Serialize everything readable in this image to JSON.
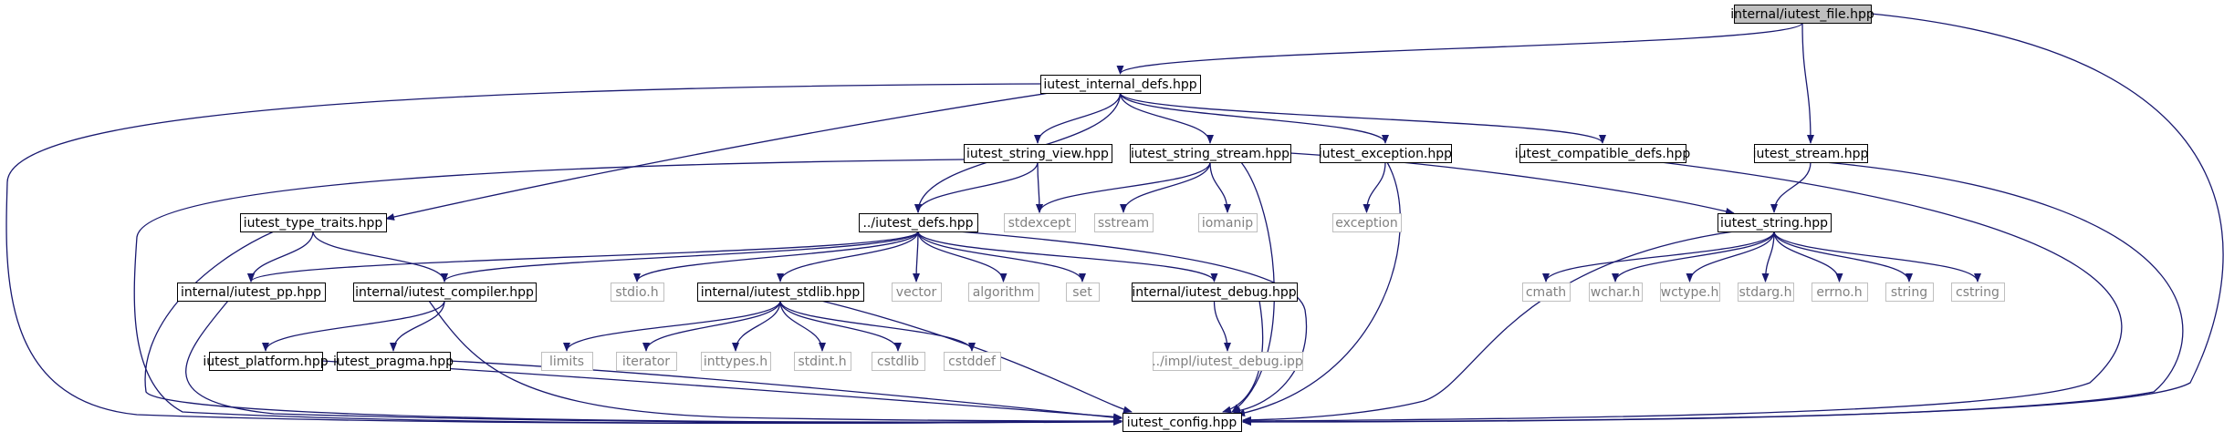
{
  "diagram": {
    "title": "",
    "colors": {
      "edge": "#191970",
      "box_border": "#000000",
      "faint_border": "#bfbfbf",
      "faint_text": "#808080",
      "text": "#000000",
      "root_fill": "#bfbfbf",
      "fill": "#ffffff"
    },
    "nodes": [
      {
        "id": "file",
        "label": "internal/iutest_file.hpp",
        "style": "root"
      },
      {
        "id": "internal_defs",
        "label": "iutest_internal_defs.hpp",
        "style": "box"
      },
      {
        "id": "stream",
        "label": "iutest_stream.hpp",
        "style": "box"
      },
      {
        "id": "string_view",
        "label": "iutest_string_view.hpp",
        "style": "box"
      },
      {
        "id": "string_stream",
        "label": "iutest_string_stream.hpp",
        "style": "box"
      },
      {
        "id": "exception",
        "label": "iutest_exception.hpp",
        "style": "box"
      },
      {
        "id": "compatible_defs",
        "label": "iutest_compatible_defs.hpp",
        "style": "box"
      },
      {
        "id": "type_traits",
        "label": "iutest_type_traits.hpp",
        "style": "box"
      },
      {
        "id": "defs",
        "label": "../iutest_defs.hpp",
        "style": "box"
      },
      {
        "id": "stdexcept",
        "label": "stdexcept",
        "style": "faint"
      },
      {
        "id": "sstream",
        "label": "sstream",
        "style": "faint"
      },
      {
        "id": "iomanip",
        "label": "iomanip",
        "style": "faint"
      },
      {
        "id": "exception_h",
        "label": "exception",
        "style": "faint"
      },
      {
        "id": "string_hpp",
        "label": "iutest_string.hpp",
        "style": "box"
      },
      {
        "id": "pp",
        "label": "internal/iutest_pp.hpp",
        "style": "box"
      },
      {
        "id": "compiler",
        "label": "internal/iutest_compiler.hpp",
        "style": "box"
      },
      {
        "id": "stdio",
        "label": "stdio.h",
        "style": "faint"
      },
      {
        "id": "stdlib_hpp",
        "label": "internal/iutest_stdlib.hpp",
        "style": "box"
      },
      {
        "id": "vector",
        "label": "vector",
        "style": "faint"
      },
      {
        "id": "algorithm",
        "label": "algorithm",
        "style": "faint"
      },
      {
        "id": "set",
        "label": "set",
        "style": "faint"
      },
      {
        "id": "debug",
        "label": "internal/iutest_debug.hpp",
        "style": "box"
      },
      {
        "id": "cmath",
        "label": "cmath",
        "style": "faint"
      },
      {
        "id": "wchar",
        "label": "wchar.h",
        "style": "faint"
      },
      {
        "id": "wctype",
        "label": "wctype.h",
        "style": "faint"
      },
      {
        "id": "stdarg",
        "label": "stdarg.h",
        "style": "faint"
      },
      {
        "id": "errno",
        "label": "errno.h",
        "style": "faint"
      },
      {
        "id": "string",
        "label": "string",
        "style": "faint"
      },
      {
        "id": "cstring",
        "label": "cstring",
        "style": "faint"
      },
      {
        "id": "platform",
        "label": "iutest_platform.hpp",
        "style": "box"
      },
      {
        "id": "pragma",
        "label": "iutest_pragma.hpp",
        "style": "box"
      },
      {
        "id": "limits",
        "label": "limits",
        "style": "faint"
      },
      {
        "id": "iterator",
        "label": "iterator",
        "style": "faint"
      },
      {
        "id": "inttypes",
        "label": "inttypes.h",
        "style": "faint"
      },
      {
        "id": "stdint",
        "label": "stdint.h",
        "style": "faint"
      },
      {
        "id": "cstdlib",
        "label": "cstdlib",
        "style": "faint"
      },
      {
        "id": "cstddef",
        "label": "cstddef",
        "style": "faint"
      },
      {
        "id": "debug_ipp",
        "label": "../impl/iutest_debug.ipp",
        "style": "faint"
      },
      {
        "id": "config",
        "label": "iutest_config.hpp",
        "style": "box"
      }
    ],
    "edges": [
      [
        "file",
        "internal_defs"
      ],
      [
        "file",
        "stream"
      ],
      [
        "file",
        "config"
      ],
      [
        "internal_defs",
        "config"
      ],
      [
        "internal_defs",
        "type_traits"
      ],
      [
        "internal_defs",
        "defs"
      ],
      [
        "internal_defs",
        "string_view"
      ],
      [
        "internal_defs",
        "string_stream"
      ],
      [
        "internal_defs",
        "exception"
      ],
      [
        "internal_defs",
        "compatible_defs"
      ],
      [
        "string_view",
        "config"
      ],
      [
        "string_view",
        "defs"
      ],
      [
        "string_view",
        "stdexcept"
      ],
      [
        "string_stream",
        "stdexcept"
      ],
      [
        "string_stream",
        "sstream"
      ],
      [
        "string_stream",
        "iomanip"
      ],
      [
        "string_stream",
        "config"
      ],
      [
        "string_stream",
        "string_hpp"
      ],
      [
        "exception",
        "exception_h"
      ],
      [
        "exception",
        "config"
      ],
      [
        "compatible_defs",
        "config"
      ],
      [
        "stream",
        "string_hpp"
      ],
      [
        "stream",
        "config"
      ],
      [
        "type_traits",
        "config"
      ],
      [
        "type_traits",
        "pp"
      ],
      [
        "type_traits",
        "compiler"
      ],
      [
        "defs",
        "pp"
      ],
      [
        "defs",
        "compiler"
      ],
      [
        "defs",
        "stdio"
      ],
      [
        "defs",
        "stdlib_hpp"
      ],
      [
        "defs",
        "vector"
      ],
      [
        "defs",
        "algorithm"
      ],
      [
        "defs",
        "set"
      ],
      [
        "defs",
        "debug"
      ],
      [
        "defs",
        "config"
      ],
      [
        "string_hpp",
        "config"
      ],
      [
        "string_hpp",
        "cmath"
      ],
      [
        "string_hpp",
        "wchar"
      ],
      [
        "string_hpp",
        "wctype"
      ],
      [
        "string_hpp",
        "stdarg"
      ],
      [
        "string_hpp",
        "errno"
      ],
      [
        "string_hpp",
        "string"
      ],
      [
        "string_hpp",
        "cstring"
      ],
      [
        "pp",
        "config"
      ],
      [
        "compiler",
        "platform"
      ],
      [
        "compiler",
        "pragma"
      ],
      [
        "compiler",
        "config"
      ],
      [
        "stdlib_hpp",
        "limits"
      ],
      [
        "stdlib_hpp",
        "iterator"
      ],
      [
        "stdlib_hpp",
        "inttypes"
      ],
      [
        "stdlib_hpp",
        "stdint"
      ],
      [
        "stdlib_hpp",
        "cstdlib"
      ],
      [
        "stdlib_hpp",
        "cstddef"
      ],
      [
        "stdlib_hpp",
        "config"
      ],
      [
        "debug",
        "debug_ipp"
      ],
      [
        "debug",
        "config"
      ],
      [
        "platform",
        "config"
      ],
      [
        "pragma",
        "config"
      ]
    ]
  }
}
